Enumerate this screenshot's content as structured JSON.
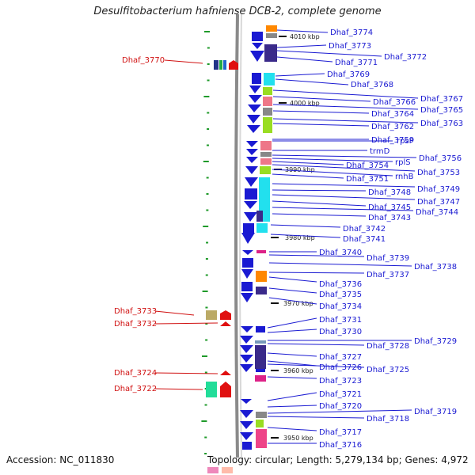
{
  "title": "Desulfitobacterium hafniense DCB-2, complete genome",
  "footer": {
    "accession": "Accession: NC_011830",
    "topology": "Topology: circular; Length: 5,279,134 bp; Genes: 4,972"
  },
  "colors": {
    "forward_label": "#1a1ad2",
    "reverse_label": "#d01010",
    "forward_gene": "#1a1ad2",
    "reverse_gene": "#e01010",
    "backbone": "#8a8a8a"
  },
  "kbp_markers": [
    "4010 kbp",
    "4000 kbp",
    "3990 kbp",
    "3980 kbp",
    "3970 kbp",
    "3960 kbp",
    "3950 kbp"
  ],
  "forward_genes": [
    "Dhaf_3774",
    "Dhaf_3773",
    "Dhaf_3772",
    "Dhaf_3771",
    "Dhaf_3769",
    "Dhaf_3768",
    "Dhaf_3767",
    "Dhaf_3766",
    "Dhaf_3765",
    "Dhaf_3764",
    "Dhaf_3763",
    "Dhaf_3762",
    "Dhaf_3759",
    "rpsP",
    "trmD",
    "Dhaf_3756",
    "rplS",
    "Dhaf_3754",
    "Dhaf_3753",
    "rnhB",
    "Dhaf_3751",
    "Dhaf_3749",
    "Dhaf_3748",
    "Dhaf_3747",
    "Dhaf_3745",
    "Dhaf_3744",
    "Dhaf_3743",
    "Dhaf_3742",
    "Dhaf_3741",
    "Dhaf_3740",
    "Dhaf_3739",
    "Dhaf_3738",
    "Dhaf_3737",
    "Dhaf_3736",
    "Dhaf_3735",
    "Dhaf_3734",
    "Dhaf_3731",
    "Dhaf_3730",
    "Dhaf_3729",
    "Dhaf_3728",
    "Dhaf_3727",
    "Dhaf_3726",
    "Dhaf_3725",
    "Dhaf_3723",
    "Dhaf_3721",
    "Dhaf_3720",
    "Dhaf_3719",
    "Dhaf_3718",
    "Dhaf_3717",
    "Dhaf_3716"
  ],
  "reverse_genes": [
    "Dhaf_3770",
    "Dhaf_3733",
    "Dhaf_3732",
    "Dhaf_3724",
    "Dhaf_3722"
  ]
}
